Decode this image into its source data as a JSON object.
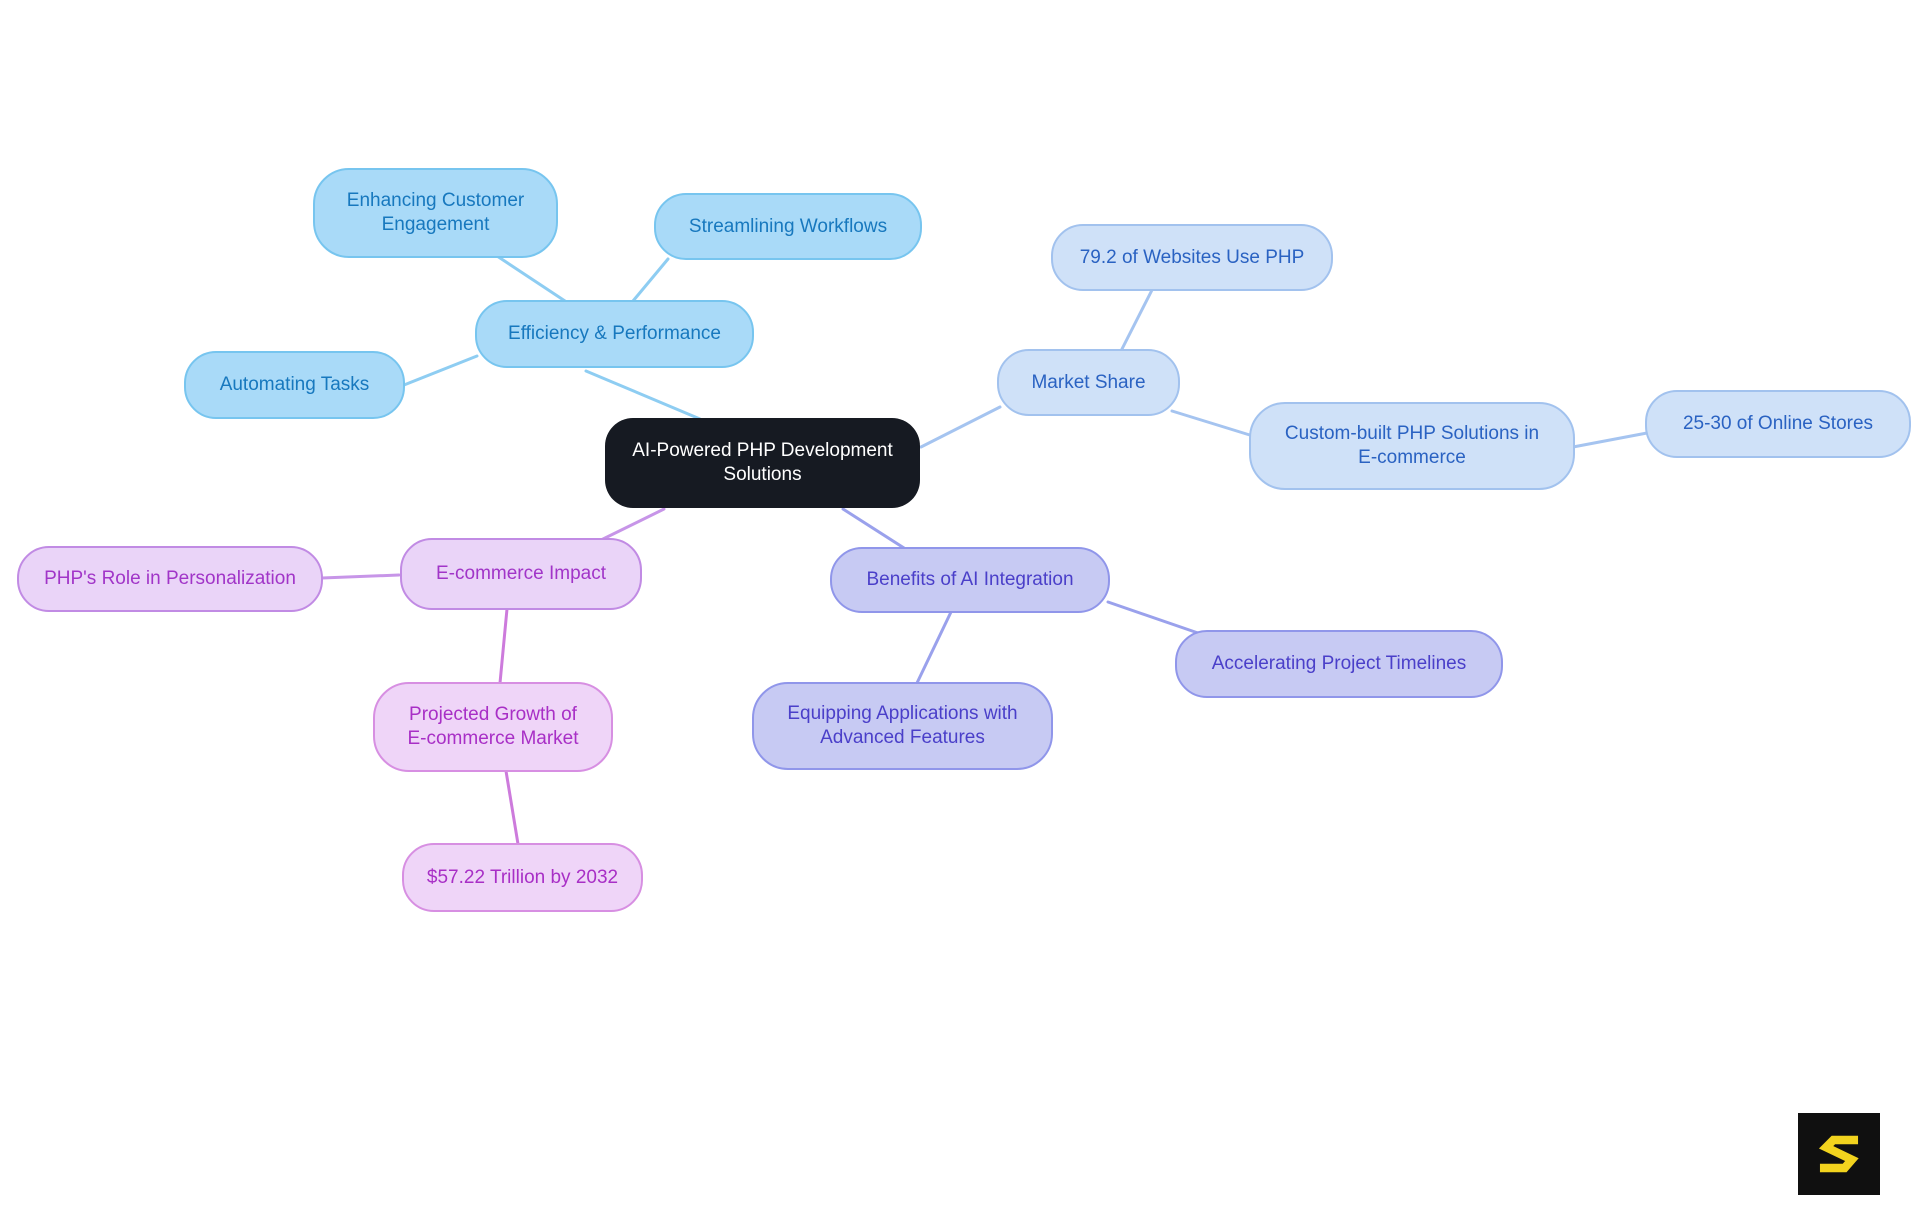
{
  "diagram": {
    "type": "mindmap",
    "background": "#ffffff"
  },
  "nodes": {
    "root": {
      "label": "AI-Powered PHP Development Solutions",
      "bg": "#161a22",
      "text_color": "#ffffff"
    },
    "efficiency": {
      "label": "Efficiency & Performance"
    },
    "enhancing": {
      "label": "Enhancing Customer Engagement"
    },
    "streamlining": {
      "label": "Streamlining Workflows"
    },
    "automating": {
      "label": "Automating Tasks"
    },
    "market": {
      "label": "Market Share"
    },
    "php_usage": {
      "label": "79.2 of Websites Use PHP"
    },
    "custom_built": {
      "label": "Custom-built PHP Solutions in E-commerce"
    },
    "online_stores": {
      "label": "25-30 of Online Stores"
    },
    "ecommerce": {
      "label": "E-commerce Impact"
    },
    "personalization": {
      "label": "PHP's Role in Personalization"
    },
    "growth": {
      "label": "Projected Growth of E-commerce Market"
    },
    "trillion": {
      "label": "$57.22 Trillion by 2032"
    },
    "benefits": {
      "label": "Benefits of AI Integration"
    },
    "timelines": {
      "label": "Accelerating Project Timelines"
    },
    "features": {
      "label": "Equipping Applications with Advanced Features"
    }
  },
  "branches": [
    {
      "name": "efficiency-performance",
      "fill": "#a9daf8",
      "border": "#77c5ef",
      "text": "#1778be",
      "line": "#8ecdf2",
      "children": [
        "enhancing",
        "streamlining",
        "automating"
      ]
    },
    {
      "name": "market-share",
      "fill": "#cfe1f8",
      "border": "#a2c2ee",
      "text": "#2a62c2",
      "line": "#a5c4f0",
      "children": [
        "php_usage",
        "custom_built",
        "online_stores"
      ]
    },
    {
      "name": "ecommerce-impact",
      "fill": "#ead4f8",
      "border": "#c18be4",
      "text": "#a135c8",
      "line": "#c795e8",
      "children": [
        "personalization",
        "growth",
        "trillion"
      ]
    },
    {
      "name": "benefits-ai-integration",
      "fill": "#c7caf3",
      "border": "#9096ea",
      "text": "#4a3fc9",
      "line": "#9aa1ec",
      "children": [
        "timelines",
        "features"
      ]
    }
  ],
  "logo": {
    "glyph": "S",
    "bg": "#101010",
    "color": "#f2d31e"
  }
}
